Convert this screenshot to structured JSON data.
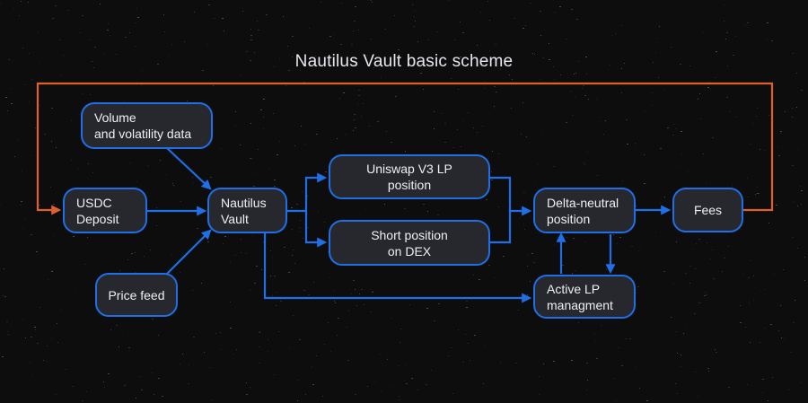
{
  "title": "Nautilus Vault basic scheme",
  "colors": {
    "background": "#0d0d0e",
    "node_fill": "#26282d",
    "node_border": "#1e6fe8",
    "flow_arrow": "#1e6fe8",
    "fee_loop": "#e0602c",
    "text": "#eef0f4"
  },
  "nodes": {
    "volume_data": {
      "line1": "Volume",
      "line2": "and volatility data"
    },
    "usdc_deposit": {
      "line1": "USDC",
      "line2": "Deposit"
    },
    "nautilus_vault": {
      "line1": "Nautilus",
      "line2": "Vault"
    },
    "price_feed": {
      "line1": "Price feed"
    },
    "uniswap_lp": {
      "line1": "Uniswap V3 LP",
      "line2": "position"
    },
    "short_position": {
      "line1": "Short position",
      "line2": "on DEX"
    },
    "delta_neutral": {
      "line1": "Delta-neutral",
      "line2": "position"
    },
    "fees": {
      "line1": "Fees"
    },
    "active_lp": {
      "line1": "Active LP",
      "line2": "managment"
    }
  }
}
